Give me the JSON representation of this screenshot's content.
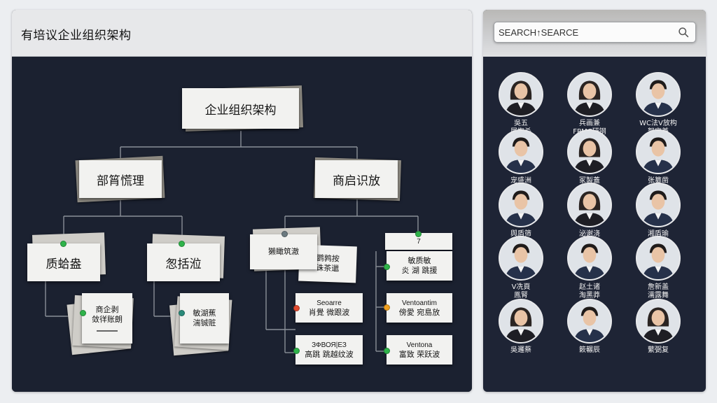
{
  "header": {
    "title": "有培议企业组织架构"
  },
  "search": {
    "placeholder": "SEARCH↑SEARCE"
  },
  "chart": {
    "root": {
      "label": "企业组织架构"
    },
    "branches": [
      {
        "label": "部筲慌理"
      },
      {
        "label": "商启识放"
      }
    ],
    "groups": [
      {
        "label": "质蛤盎",
        "sub": {
          "line1": "商企剥",
          "line2": "敛徉账朗"
        }
      },
      {
        "label": "怱括涖",
        "sub": {
          "line1": "敏湖蕉",
          "line2": "湍铖赃"
        }
      },
      {
        "label": "獭瞰筑澈",
        "label2": "鹦鹑按",
        "label3": "诛茶邋"
      }
    ],
    "items": [
      {
        "line1": "Seoarre",
        "line2": "肖覺 微跟波"
      },
      {
        "line1": "ЗФВОЯ|ЕЗ",
        "line2": "高跳 跳越纹波"
      },
      {
        "line1": "敏质敏",
        "line2": "炎 湖 跳援"
      },
      {
        "line1": "Ventoantim",
        "line2": "傍愛 宛島放"
      },
      {
        "line1": "Ventona",
        "line2": "富致 荣跃波"
      }
    ],
    "header4": {
      "label": "7"
    }
  },
  "people": [
    {
      "line1": "吳五",
      "line2": "属撫杀",
      "avatar": "female"
    },
    {
      "line1": "兵画兼",
      "line2": "FPMC研钢",
      "avatar": "female"
    },
    {
      "line1": "WC法V放构",
      "line2": "絮守兼",
      "avatar": "male"
    },
    {
      "line1": "宠盛洲",
      "line2": "",
      "avatar": "male"
    },
    {
      "line1": "冢製蓋",
      "line2": "",
      "avatar": "female"
    },
    {
      "line1": "张纂凿",
      "line2": "",
      "avatar": "male"
    },
    {
      "line1": "舆盾筛",
      "line2": "",
      "avatar": "male"
    },
    {
      "line1": "泌谢浇",
      "line2": "",
      "avatar": "female"
    },
    {
      "line1": "湘盾瑜",
      "line2": "",
      "avatar": "male"
    },
    {
      "line1": "V冼頁",
      "line2": "鳯腎",
      "avatar": "male"
    },
    {
      "line1": "赵土诸",
      "line2": "淘黑莽",
      "avatar": "male"
    },
    {
      "line1": "詹新盖",
      "line2": "濡露舞",
      "avatar": "male"
    },
    {
      "line1": "吳邏蔡",
      "line2": "",
      "avatar": "female"
    },
    {
      "line1": "簌輾辰",
      "line2": "",
      "avatar": "male"
    },
    {
      "line1": "蘩弼复",
      "line2": "",
      "avatar": "female"
    }
  ],
  "colors": {
    "panel_dark": "#1b2130",
    "card": "#f2f2f0",
    "dot_green": "#2fb34a",
    "dot_red": "#e04a2f",
    "dot_orange": "#f0a020",
    "dot_teal": "#2a8a7a",
    "dot_gray": "#6b7a80"
  },
  "icons": [
    "search-icon"
  ]
}
